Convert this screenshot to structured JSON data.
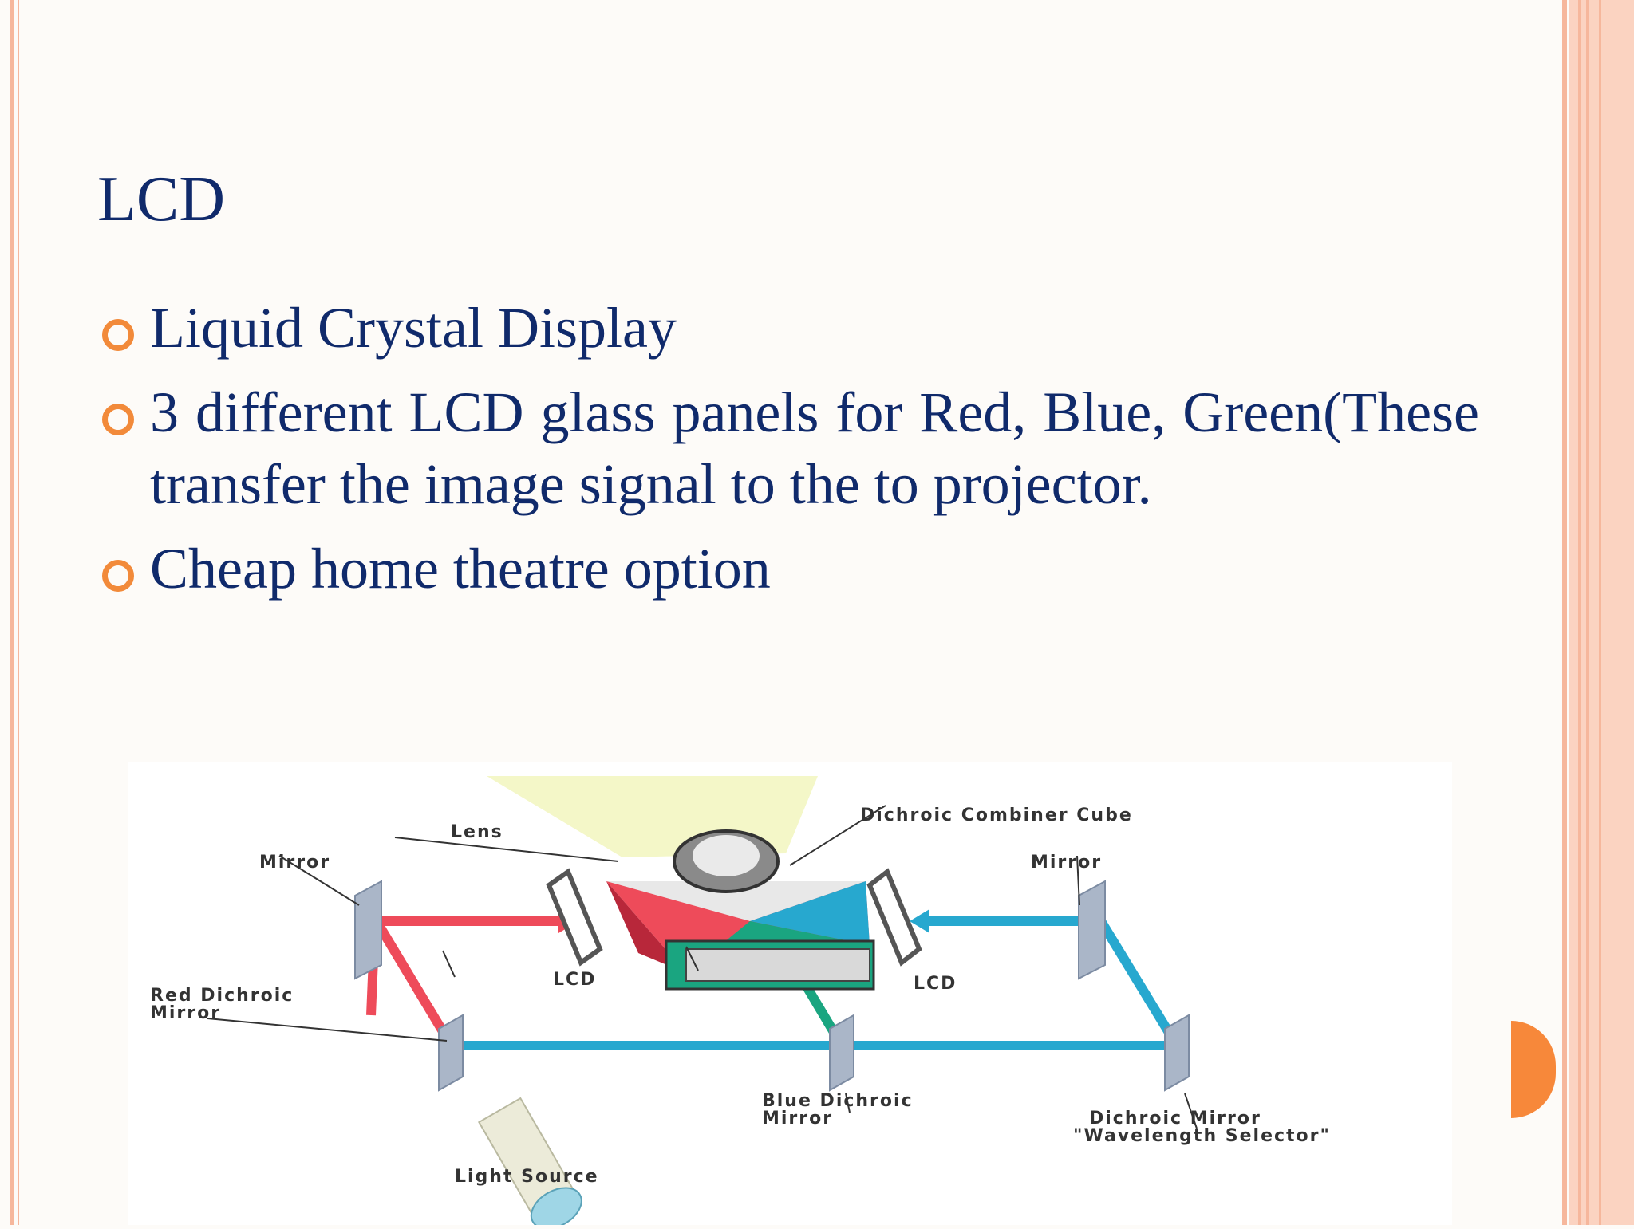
{
  "slide": {
    "title": "LCD",
    "bullets": [
      "Liquid Crystal Display",
      "3 different LCD glass panels for Red, Blue, Green(These transfer the image signal to the to projector.",
      "Cheap home theatre option"
    ]
  },
  "diagram": {
    "labels": {
      "lens": "Lens",
      "combiner": "Dichroic Combiner Cube",
      "mirror_left": "Mirror",
      "mirror_right": "Mirror",
      "lcd_left": "LCD",
      "lcd_right": "LCD",
      "red_dichroic_1": "Red Dichroic",
      "red_dichroic_2": "Mirror",
      "blue_dichroic_1": "Blue Dichroic",
      "blue_dichroic_2": "Mirror",
      "selector_1": "Dichroic Mirror",
      "selector_2": "\"Wavelength Selector\"",
      "light_source": "Light Source"
    },
    "colors": {
      "red_beam": "#ee4b5a",
      "blue_beam": "#27a8cf",
      "green_beam": "#1aa580",
      "projection": "#f4f7c8"
    }
  },
  "decor": {
    "accent_color": "#f7883a",
    "border_color": "#f6b79c"
  }
}
